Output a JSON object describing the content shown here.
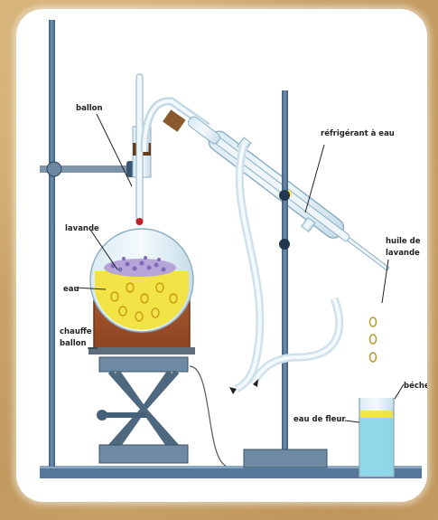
{
  "labels": {
    "ballon": "ballon",
    "lavande": "lavande",
    "eau": "eau",
    "chauffe_ballon_1": "chauffe",
    "chauffe_ballon_2": "ballon",
    "refrigerant": "réfrigérant à eau",
    "huile_1": "huile de",
    "huile_2": "lavande",
    "becher": "bécher",
    "eau_de_fleur": "eau de fleur"
  },
  "colors": {
    "background": "#c9a46a",
    "card": "#ffffff",
    "heater": "#a0522d",
    "water": "#f2e23c",
    "glass": "#cfe3ee",
    "beaker_water": "#7fd3e8",
    "stand": "#4a6a8c"
  }
}
